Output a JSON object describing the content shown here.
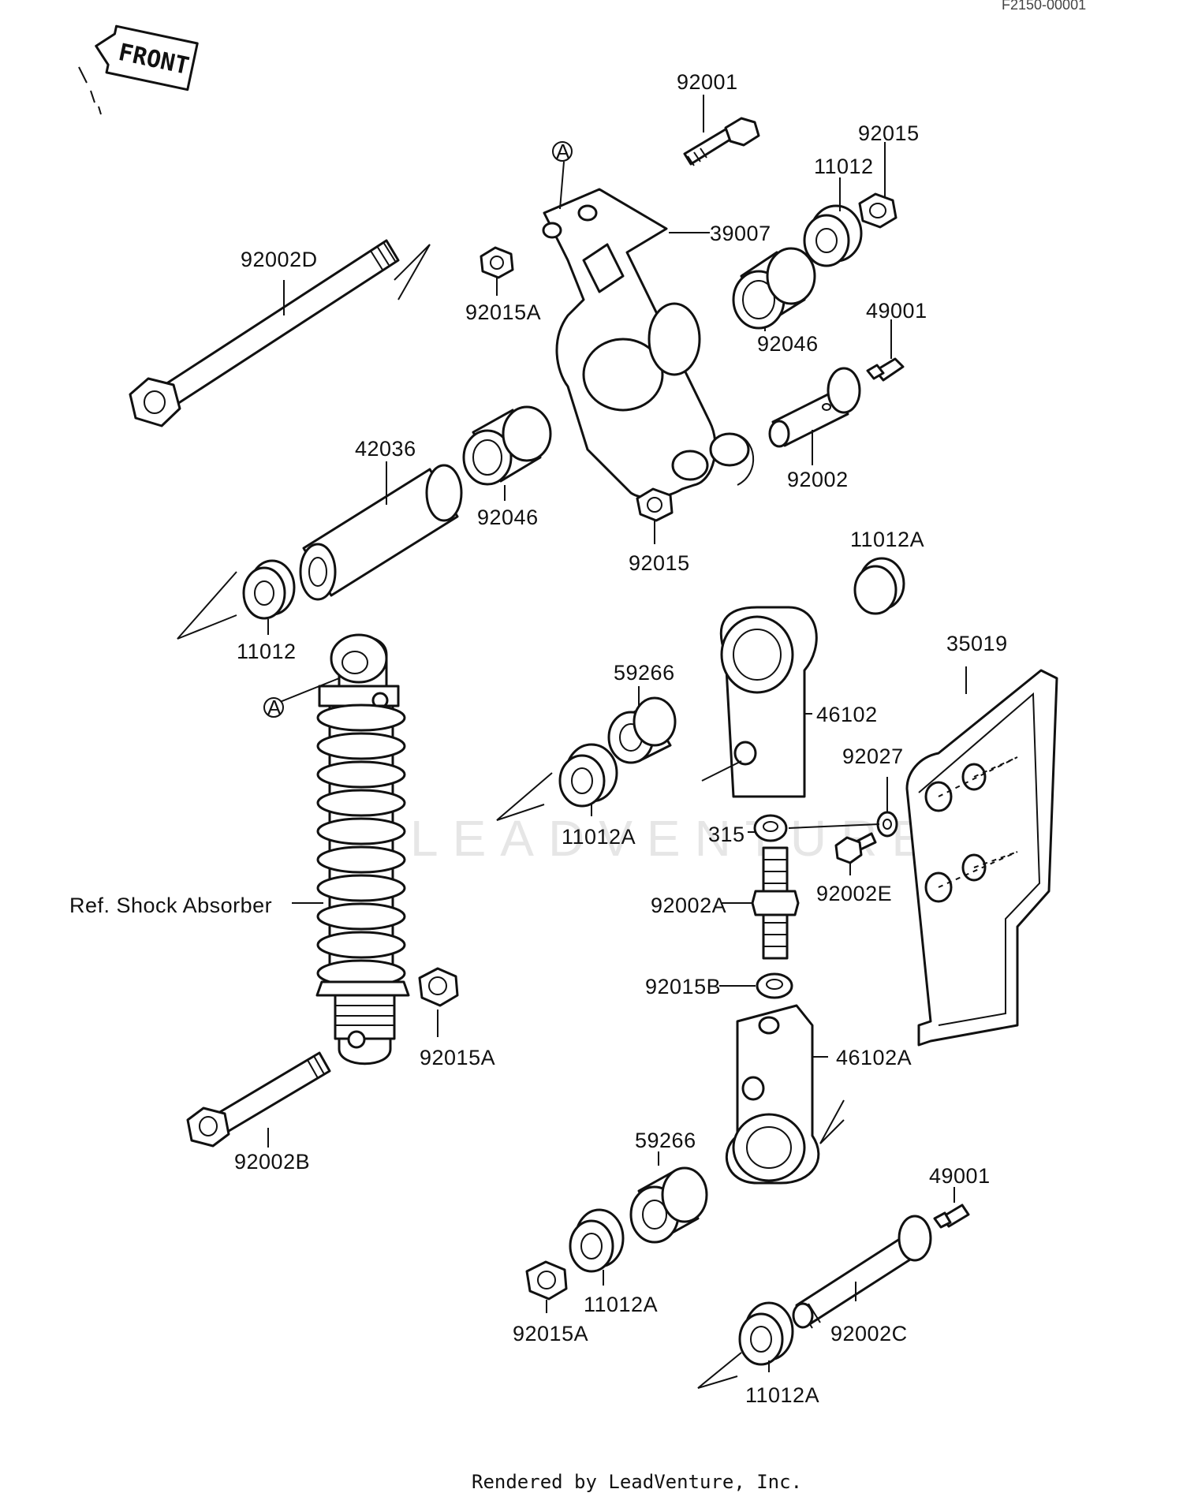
{
  "diagram_code": "F2150-00001",
  "front_label": "FRONT",
  "watermark": "LEADVENTURE",
  "footer": "Rendered by LeadVenture, Inc.",
  "ref_marker": "A",
  "ref_shock_absorber": "Ref. Shock Absorber",
  "parts": {
    "p92001": "92001",
    "p92015_top": "92015",
    "p11012_top": "11012",
    "p39007": "39007",
    "p92002D": "92002D",
    "p92015A_top": "92015A",
    "p92046_right": "92046",
    "p49001_top": "49001",
    "p92002": "92002",
    "p42036": "42036",
    "p92046_left": "92046",
    "p92015_mid": "92015",
    "p11012A_right": "11012A",
    "p11012_left": "11012",
    "p35019": "35019",
    "p59266_top": "59266",
    "p46102": "46102",
    "p92027": "92027",
    "p11012A_mid": "11012A",
    "p315": "315",
    "p92002E": "92002E",
    "p92002A": "92002A",
    "p92015B": "92015B",
    "p92015A_shock": "92015A",
    "p46102A": "46102A",
    "p92002B": "92002B",
    "p59266_bottom": "59266",
    "p49001_bottom": "49001",
    "p11012A_bottom": "11012A",
    "p92015A_bottom": "92015A",
    "p92002C": "92002C",
    "p11012A_lowest": "11012A"
  }
}
